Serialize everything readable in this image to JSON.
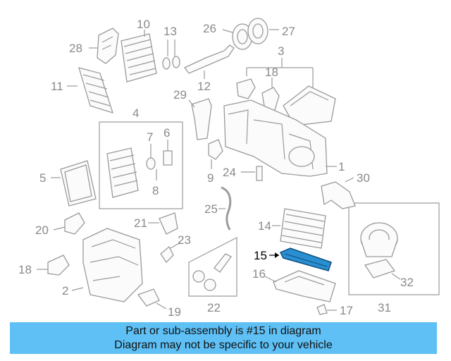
{
  "diagram": {
    "callouts": [
      "1",
      "2",
      "3",
      "4",
      "5",
      "6",
      "7",
      "8",
      "9",
      "10",
      "11",
      "12",
      "13",
      "14",
      "15",
      "16",
      "17",
      "18",
      "18",
      "19",
      "20",
      "21",
      "22",
      "23",
      "24",
      "25",
      "26",
      "27",
      "28",
      "29",
      "30",
      "31",
      "32"
    ],
    "highlight_part": "15",
    "highlight_color": "#2a8fd0",
    "line_color": "#9a9a9a"
  },
  "banner": {
    "line1": "Part or sub-assembly is #15 in diagram",
    "line2": "Diagram may not be specific to your vehicle",
    "color": "#5ec0f5"
  }
}
